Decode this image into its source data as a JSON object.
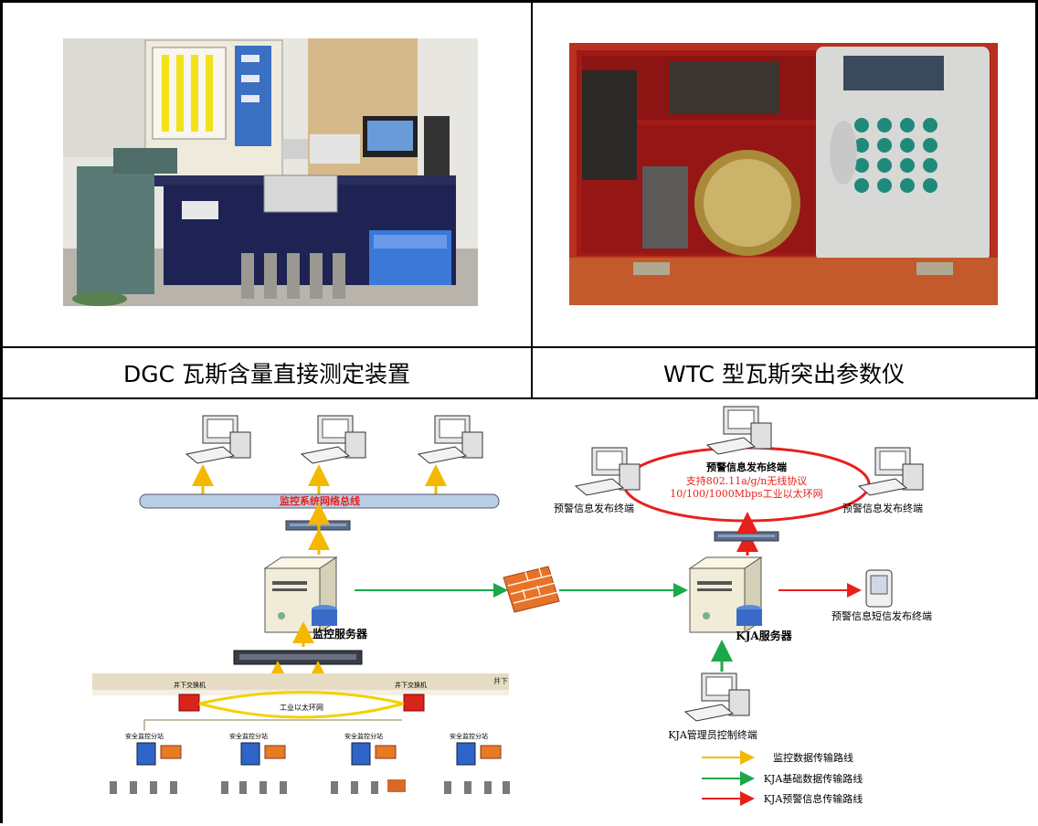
{
  "captions": {
    "left": "DGC 瓦斯含量直接测定装置",
    "right": "WTC 型瓦斯突出参数仪"
  },
  "diagram": {
    "bus_label": "监控系统网络总线",
    "monitor_server": "监控服务器",
    "kja_server": "KJA服务器",
    "warning_terminal_title": "预警信息发布终端",
    "wireless_protocol": "支持802.11a/g/n无线协议",
    "ethernet_ring": "10/100/1000Mbps工业以太环网",
    "terminal_left": "预警信息发布终端",
    "terminal_right": "预警信息发布终端",
    "sms_terminal": "预警信息短信发布终端",
    "admin_terminal": "KJA管理员控制终端",
    "underground": "井下",
    "switch_left": "井下交换机",
    "switch_right": "井下交换机",
    "ethernet": "工业以太环网",
    "substation_1": "安全监控分站",
    "substation_2": "安全监控分站",
    "substation_3": "安全监控分站",
    "substation_4": "安全监控分站",
    "legend": [
      {
        "label": "监控数据传输路线",
        "color": "#f5b800"
      },
      {
        "label": "KJA基础数据传输路线",
        "color": "#1aa84a"
      },
      {
        "label": "KJA预警信息传输路线",
        "color": "#e8201a"
      }
    ]
  },
  "colors": {
    "yellow": "#f5b800",
    "green": "#1aa84a",
    "red": "#e8201a",
    "bus": "#b8cde6"
  }
}
